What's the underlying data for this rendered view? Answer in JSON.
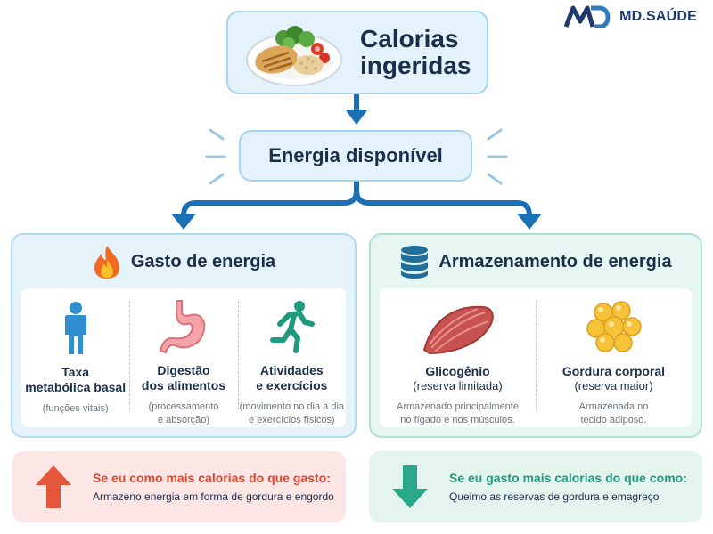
{
  "brand": {
    "name": "MD.SAÚDE"
  },
  "top": {
    "title": "Calorias\ningeridas",
    "icon": "food-plate-icon"
  },
  "energy": {
    "title": "Energia disponível"
  },
  "spend": {
    "title": "Gasto de energia",
    "icon": "fire-icon",
    "items": [
      {
        "title": "Taxa\nmetabólica basal",
        "note": "(funções vitais)",
        "icon": "person-icon"
      },
      {
        "title": "Digestão\ndos alimentos",
        "note": "(processamento\ne absorção)",
        "icon": "stomach-icon"
      },
      {
        "title": "Atividades\ne exercícios",
        "note": "(movimento no dia a dia\ne exercícios físicos)",
        "icon": "running-person-icon"
      }
    ]
  },
  "storage": {
    "title": "Armazenamento de energia",
    "icon": "database-icon",
    "items": [
      {
        "title": "Glicogênio",
        "subtitle": "(reserva limitada)",
        "note": "Armazenado principalmente\nno fígado e nos músculos.",
        "icon": "muscle-icon"
      },
      {
        "title": "Gordura corporal",
        "subtitle": "(reserva maior)",
        "note": "Armazenada no\ntecido adiposo.",
        "icon": "fat-cells-icon"
      }
    ]
  },
  "bottom": {
    "left": {
      "title": "Se eu como mais calorias do que gasto:",
      "desc": "Armazeno energia em forma de gordura e engordo",
      "icon": "arrow-up-icon"
    },
    "right": {
      "title": "Se eu gasto mais calorias do que como:",
      "desc": "Queimo as reservas de gordura e emagreço",
      "icon": "arrow-down-icon"
    }
  },
  "colors": {
    "arrow": "#1a6fb5",
    "up_red": "#e4573d",
    "down_green": "#2aa88a",
    "left_title": "#e0452b",
    "right_title": "#1f9a7e"
  }
}
